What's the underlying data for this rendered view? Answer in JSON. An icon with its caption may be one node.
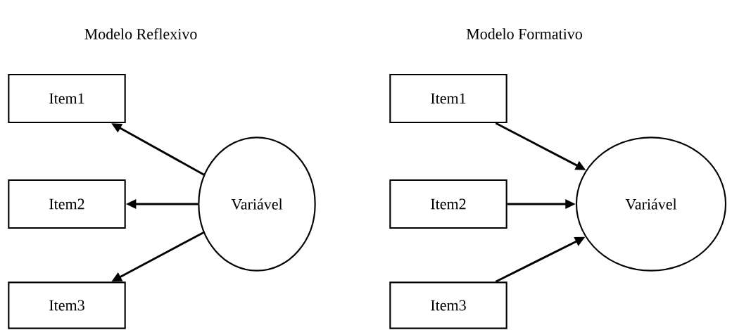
{
  "diagram": {
    "nodes": [
      {
        "text": [
          "Item1"
        ]
      },
      {
        "text": [
          "Item2"
        ]
      },
      {
        "text": [
          "Item3"
        ]
      },
      {
        "text": [
          "Variável"
        ]
      },
      {
        "text": [
          "Item1"
        ]
      },
      {
        "text": [
          "Item2"
        ]
      },
      {
        "text": [
          "Item3"
        ]
      },
      {
        "text": [
          "Variável"
        ]
      }
    ],
    "edges": [
      {
        "from": 3,
        "to": 0,
        "arrow": "to"
      },
      {
        "from": 3,
        "to": 1,
        "arrow": "to"
      },
      {
        "from": 3,
        "to": 2,
        "arrow": "to"
      },
      {
        "from": 4,
        "to": 7,
        "arrow": "to"
      },
      {
        "from": 5,
        "to": 7,
        "arrow": "to"
      },
      {
        "from": 6,
        "to": 7,
        "arrow": "to"
      }
    ],
    "labels": [
      "Modelo Reflexivo",
      "Modelo Formativo"
    ]
  }
}
